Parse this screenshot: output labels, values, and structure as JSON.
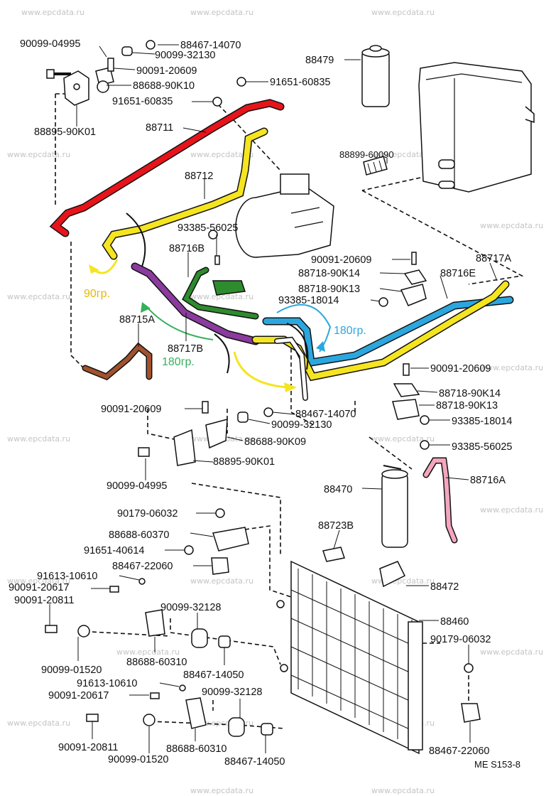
{
  "watermarks": [
    "www.epcdata.ru"
  ],
  "diagram_code": "ME S153-8",
  "annotations": {
    "angle_yellow": "90гр.",
    "angle_green": "180гр.",
    "angle_blue": "180гр."
  },
  "colors": {
    "red_hose": "#e8141b",
    "yellow_hose": "#f5e51f",
    "purple_hose": "#8b3a9e",
    "green_hose": "#2e8b2e",
    "blue_hose": "#2ba7df",
    "brown_hose": "#a0522d",
    "pink_hose": "#f3a6bd",
    "angle_yellow_text": "#e6b800",
    "angle_green_text": "#35b05a",
    "angle_blue_text": "#2ba7df"
  },
  "labels": {
    "l1": "90099-04995",
    "l2": "88467-14070",
    "l3": "90099-32130",
    "l4": "90091-20609",
    "l5": "88688-90K10",
    "l6": "91651-60835",
    "l7": "88479",
    "l8": "91651-60835",
    "l9": "88895-90K01",
    "l10": "88711",
    "l11": "88899-60090",
    "l12": "88712",
    "l13": "93385-56025",
    "l14": "88716B",
    "l15": "90091-20609",
    "l16": "88717A",
    "l17": "88718-90K14",
    "l18": "88716E",
    "l19": "88718-90K13",
    "l20": "93385-18014",
    "l21": "88715A",
    "l22": "88717B",
    "l23": "90091-20609",
    "l24": "88718-90K14",
    "l25": "90091-20609",
    "l26": "88718-90K13",
    "l27": "88467-14070",
    "l28": "90099-32130",
    "l29": "93385-18014",
    "l30": "88688-90K09",
    "l31": "93385-56025",
    "l32": "88895-90K01",
    "l33": "88716A",
    "l34": "90099-04995",
    "l35": "88470",
    "l36": "90179-06032",
    "l37": "88723B",
    "l38": "88688-60370",
    "l39": "91651-40614",
    "l40": "88467-22060",
    "l41": "88472",
    "l42": "91613-10610",
    "l43": "90091-20617",
    "l44": "90091-20811",
    "l45": "90099-32128",
    "l46": "88460",
    "l47": "90179-06032",
    "l48": "90099-01520",
    "l49": "88688-60310",
    "l50": "88467-14050",
    "l51": "91613-10610",
    "l52": "90091-20617",
    "l53": "90099-32128",
    "l54": "90091-20811",
    "l55": "88688-60310",
    "l56": "90099-01520",
    "l57": "88467-14050",
    "l58": "88467-22060"
  }
}
